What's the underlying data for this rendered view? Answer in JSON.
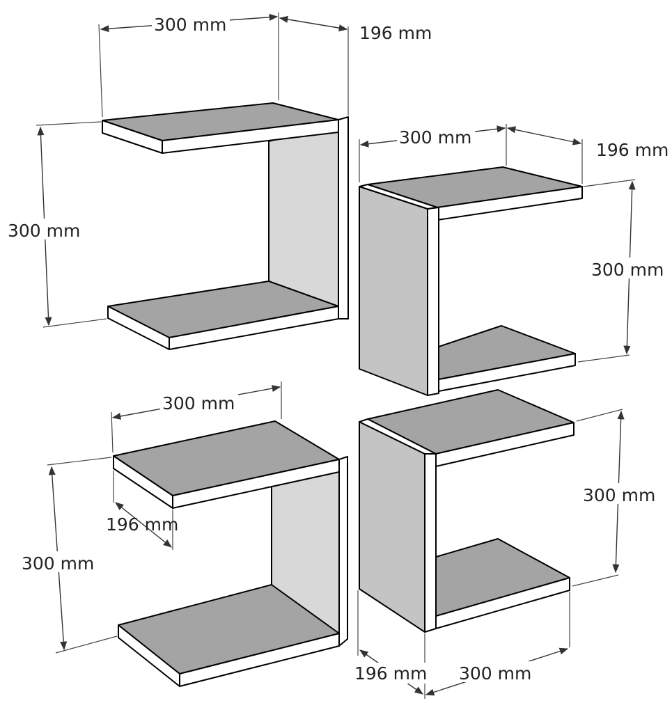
{
  "colors": {
    "shelf_top": "#a4a4a4",
    "shelf_side": "#d8d8d8",
    "shelf_front": "#c4c4c4",
    "edge": "#ffffff",
    "outline": "#000000",
    "dimension_line": "#333333"
  },
  "dimensions": {
    "unit_a": {
      "width": "300 mm",
      "depth": "196 mm",
      "height": "300 mm"
    },
    "unit_b": {
      "width": "300 mm",
      "depth": "196 mm",
      "height": "300 mm"
    },
    "unit_c": {
      "width": "300 mm",
      "depth": "196 mm",
      "height": "300 mm"
    },
    "unit_d": {
      "width": "300 mm",
      "depth": "196 mm",
      "height": "300 mm"
    }
  }
}
